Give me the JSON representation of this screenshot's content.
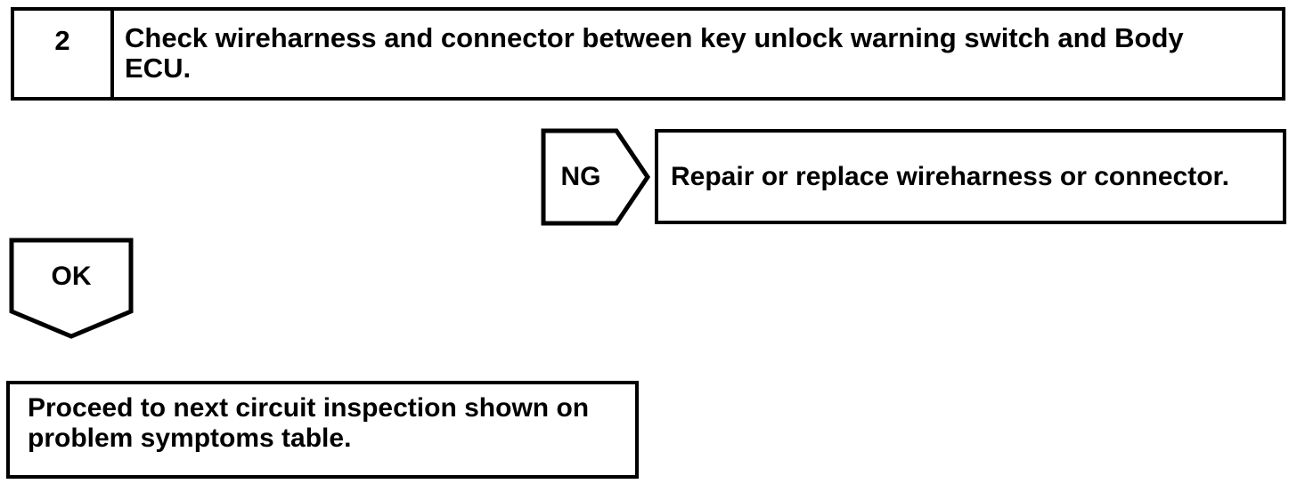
{
  "page": {
    "type": "diagnostic-flowchart",
    "background_color": "#ffffff",
    "line_color": "#000000"
  },
  "step": {
    "number": "2",
    "title": "Check wireharness and connector between key unlock warning switch and Body ECU."
  },
  "ng_branch": {
    "label": "NG",
    "action": "Repair or replace wireharness or connector."
  },
  "ok_branch": {
    "label": "OK",
    "action": "Proceed to next circuit inspection shown on problem symptoms table."
  }
}
